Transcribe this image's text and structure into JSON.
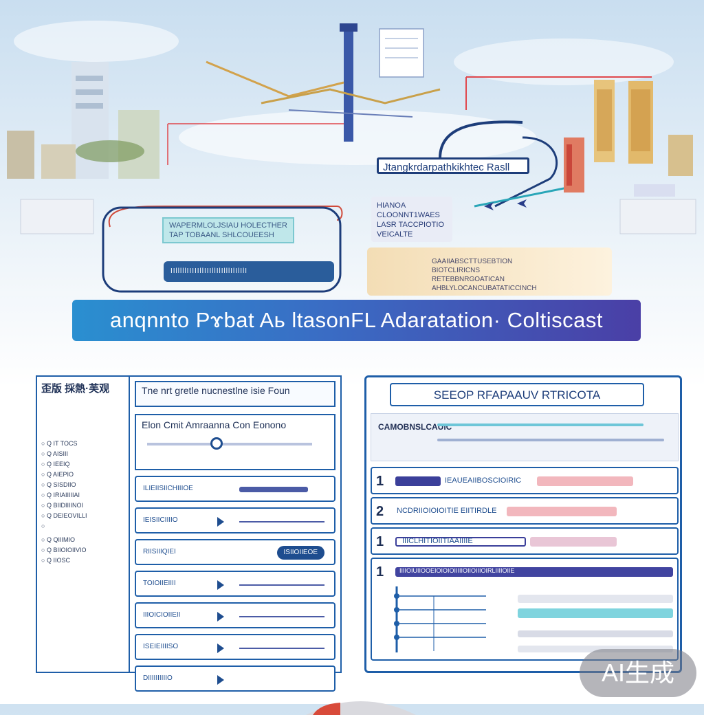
{
  "banner": {
    "title": "anqnnto Pɤbat Aь ltasonFL Adaratation· Coltiscast"
  },
  "illustration": {
    "callout_1": "Jtangkrdarpathkikhtec Rasll",
    "callout_2": "HIANOA CLOONNT1WAES LASR TACCPIOTIO VEICALTE",
    "callout_3": "WAPERMLOLJSIAU HOLECTHER TAP TOBAANL SHLCOUEESH",
    "callout_4": "IIlllllIIIIIllIIIllIlIlllIlIlIlI",
    "callout_5": "GAAIIABSCTTUSEBTION BIOTCLIRICNS RETEBBNRGOATICAN AHBLYLOCANCUBATATICCINCH"
  },
  "left_panel": {
    "side_title": "歪版 採熱·芙观",
    "side_items": [
      "Q IT TOCS",
      "Q AISIII",
      "Q IEEIQ",
      "Q AIEPIO",
      "Q SISDIIO",
      "Q IRIAIIIIIAI",
      "Q BIIDIIIINOI",
      "Q DEIEOVILLI",
      "Q QIIIMIO",
      "Q BIIOIOIIVIO",
      "Q IIOSC"
    ],
    "header": "Tne nrt gretle nucnestlne isie Foun",
    "sub_title": "Elon Cmit Amraanna Con Eonono",
    "rows": [
      {
        "label": "ILIEIISIICHIIIOE",
        "pill": ""
      },
      {
        "label": "IEISIICIIIIO",
        "pill": ""
      },
      {
        "label": "RIISIIIQIEI",
        "pill": "ISIIOIIEOE"
      },
      {
        "label": "TOIOIIEIIII",
        "pill": ""
      },
      {
        "label": "IIIOICIOIIEII",
        "pill": ""
      },
      {
        "label": "ISEIEIIIISO",
        "pill": ""
      },
      {
        "label": "DIIIIIIIIIIO",
        "pill": ""
      }
    ]
  },
  "right_panel": {
    "title": "SEEOP RFAPAAUV RTRICOTA",
    "top_label": "CAMOBNSLCAUIC",
    "steps": [
      {
        "num": "1",
        "label": "IEAUEAIIBOSCIOIRIC"
      },
      {
        "num": "2",
        "label": "NCDRIIOIOIOITIE EIITIRDLE"
      },
      {
        "num": "1",
        "label": "IIICLHITIOIITIAAIIIIE"
      },
      {
        "num": "1",
        "label": "IIIIOIUIIOOEIOIOIOIIIIIOIIOIIIOIRLIIIIOIIE"
      }
    ]
  },
  "badge": {
    "text": "AI生成"
  },
  "colors": {
    "primary": "#1e5ea8",
    "accent_teal": "#6ec6d8",
    "accent_purple": "#4a3fa6",
    "accent_red": "#e0474c",
    "banner_start": "#2a8fd0",
    "banner_end": "#4a3fa6"
  }
}
